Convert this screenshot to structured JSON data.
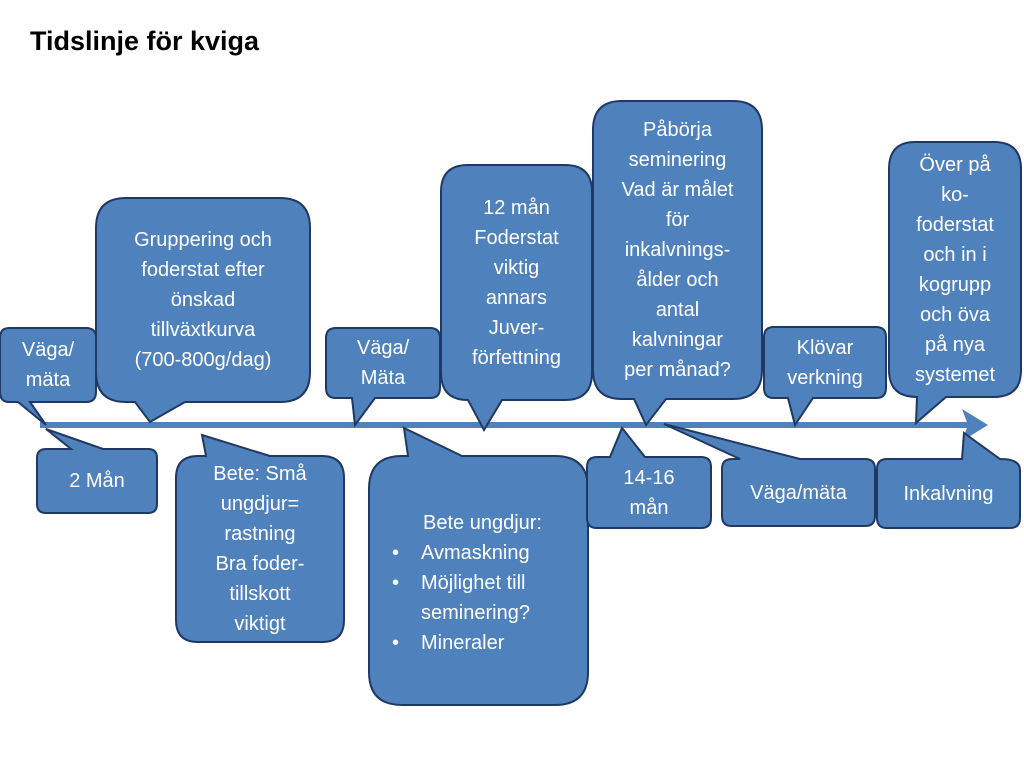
{
  "title": "Tidslinje för kviga",
  "colors": {
    "fill": "#4F81BD",
    "stroke": "#1F3864",
    "timeline": "#4F81BD",
    "text": "#FFFFFF",
    "title": "#000000"
  },
  "above": [
    {
      "id": "vaga1",
      "text": "Väga/\nmäta"
    },
    {
      "id": "grupp",
      "text": "Gruppering och\nfoderstat efter\nönskad\ntillväxtkurva\n(700-800g/dag)"
    },
    {
      "id": "vaga2",
      "text": "Väga/\nMäta"
    },
    {
      "id": "man12",
      "text": "12 mån\nFoderstat\nviktig\nannars\nJuver-\nförfettning"
    },
    {
      "id": "pabo",
      "text": "Påbörja\nseminering\nVad är målet\nför\ninkalvnings-\nålder och\nantal\nkalvningar\nper månad?"
    },
    {
      "id": "klov",
      "text": "Klövar\nverkning"
    },
    {
      "id": "over",
      "text": "Över på\nko-\nfoderstat\noch in i\nkogrupp\noch öva\npå nya\nsystemet"
    }
  ],
  "below": [
    {
      "id": "man2",
      "text": "2 Mån"
    },
    {
      "id": "bete1",
      "text": "Bete: Små\nungdjur=\nrastning\nBra foder-\ntillskott\nviktigt"
    },
    {
      "id": "bete2",
      "title": "Bete ungdjur:",
      "bullets": [
        "Avmaskning",
        "Möjlighet till\nseminering?",
        "Mineraler"
      ]
    },
    {
      "id": "man1416",
      "text": "14-16\nmån"
    },
    {
      "id": "vaga3",
      "text": "Väga/mäta"
    },
    {
      "id": "inkalv",
      "text": "Inkalvning"
    }
  ]
}
